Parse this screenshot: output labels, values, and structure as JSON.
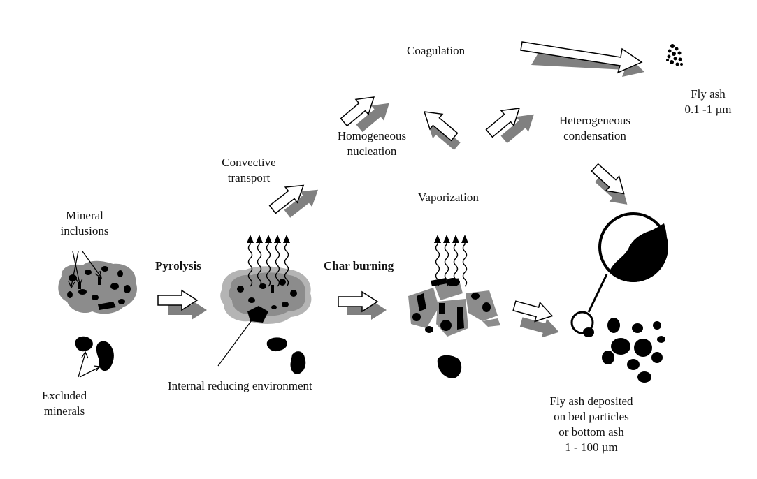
{
  "labels": {
    "coagulation": "Coagulation",
    "fly_ash_fine": "Fly ash\n0.1 -1 µm",
    "homogeneous_nucleation": "Homogeneous\nnucleation",
    "heterogeneous_condensation": "Heterogeneous\ncondensation",
    "convective_transport": "Convective\ntransport",
    "vaporization": "Vaporization",
    "mineral_inclusions": "Mineral\ninclusions",
    "pyrolysis": "Pyrolysis",
    "char_burning": "Char burning",
    "excluded_minerals": "Excluded\nminerals",
    "internal_reducing_environment": "Internal reducing environment",
    "fly_ash_deposited": "Fly ash deposited\non bed particles\nor bottom ash\n1 - 100 µm"
  },
  "colors": {
    "particle_gray": "#8c8c8c",
    "halo_gray": "#b4b4b4",
    "shadow_gray": "#808080",
    "ink": "#000000"
  }
}
